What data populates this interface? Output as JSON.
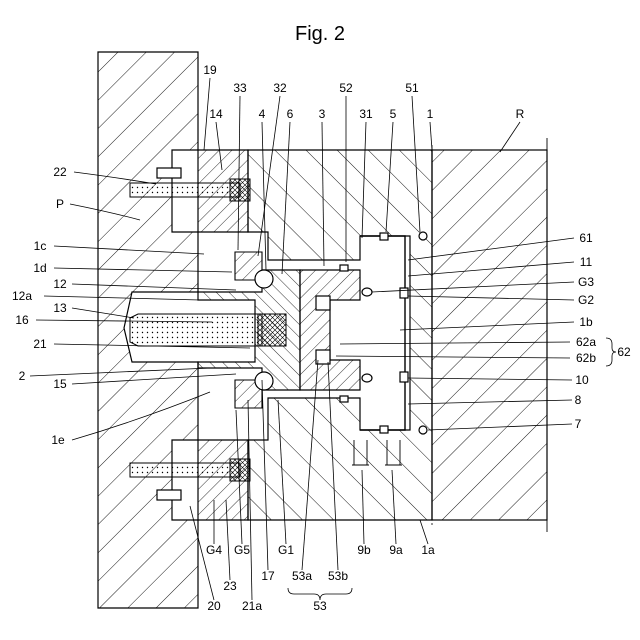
{
  "figure": {
    "title": "Fig. 2",
    "labels": {
      "n19": "19",
      "n14": "14",
      "n33": "33",
      "n32": "32",
      "n4": "4",
      "n6": "6",
      "n3": "3",
      "n52": "52",
      "n31": "31",
      "n5": "5",
      "n51": "51",
      "n1": "1",
      "R": "R",
      "n22": "22",
      "P": "P",
      "n1c": "1c",
      "n1d": "1d",
      "n12a": "12a",
      "n12": "12",
      "n13": "13",
      "n16": "16",
      "n21": "21",
      "n2": "2",
      "n15": "15",
      "n1e": "1e",
      "n61": "61",
      "n11": "11",
      "G3": "G3",
      "G2": "G2",
      "n1b": "1b",
      "n62a": "62a",
      "n62b": "62b",
      "n62": "62",
      "n10": "10",
      "n8": "8",
      "n7": "7",
      "G4": "G4",
      "G5": "G5",
      "G1": "G1",
      "n9b": "9b",
      "n9a": "9a",
      "n1a": "1a",
      "n23": "23",
      "n17": "17",
      "n53a": "53a",
      "n53b": "53b",
      "n53": "53",
      "n20": "20",
      "n21a": "21a"
    }
  }
}
